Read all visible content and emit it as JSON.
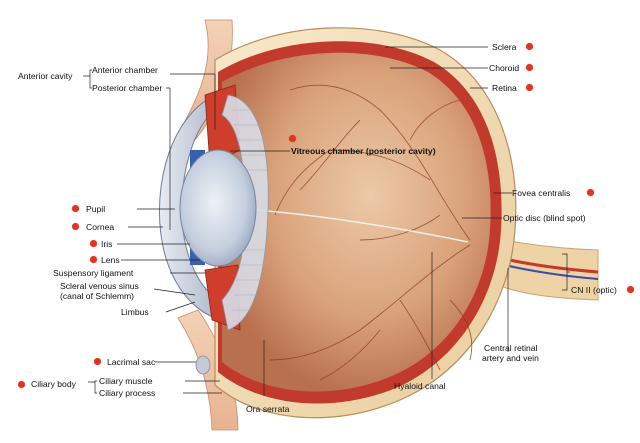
{
  "labels": {
    "anterior_cavity": "Anterior cavity",
    "anterior_chamber": "Anterior chamber",
    "posterior_chamber": "Posterior chamber",
    "sclera": "Sclera",
    "choroid": "Choroid",
    "retina": "Retina",
    "vitreous_chamber": "Vitreous chamber (posterior cavity)",
    "fovea_centralis": "Fovea centralis",
    "optic_disc": "Optic disc (blind spot)",
    "pupil": "Pupil",
    "cornea": "Cornea",
    "iris": "Iris",
    "lens": "Lens",
    "suspensory_ligament": "Suspensory ligament",
    "scleral_venous_sinus_line1": "Scleral venous sinus",
    "scleral_venous_sinus_line2": "(canal of Schlemm)",
    "limbus": "Limbus",
    "cn_ii": "CN II (optic)",
    "central_retinal_line1": "Central retinal",
    "central_retinal_line2": "artery and vein",
    "lacrimal_sac": "Lacrimal sac",
    "ciliary_body": "Ciliary body",
    "ciliary_muscle": "Ciliary muscle",
    "ciliary_process": "Ciliary process",
    "hyaloid_canal": "Hyaloid canal",
    "ora_serrata": "Ora serrata"
  },
  "colors": {
    "marker": "#e8321e",
    "sclera": "#f3dcb6",
    "choroid": "#c23a2c",
    "vitreous": "#d7a37e",
    "lens": "#c9d3e0",
    "skin": "#efc3a3"
  }
}
